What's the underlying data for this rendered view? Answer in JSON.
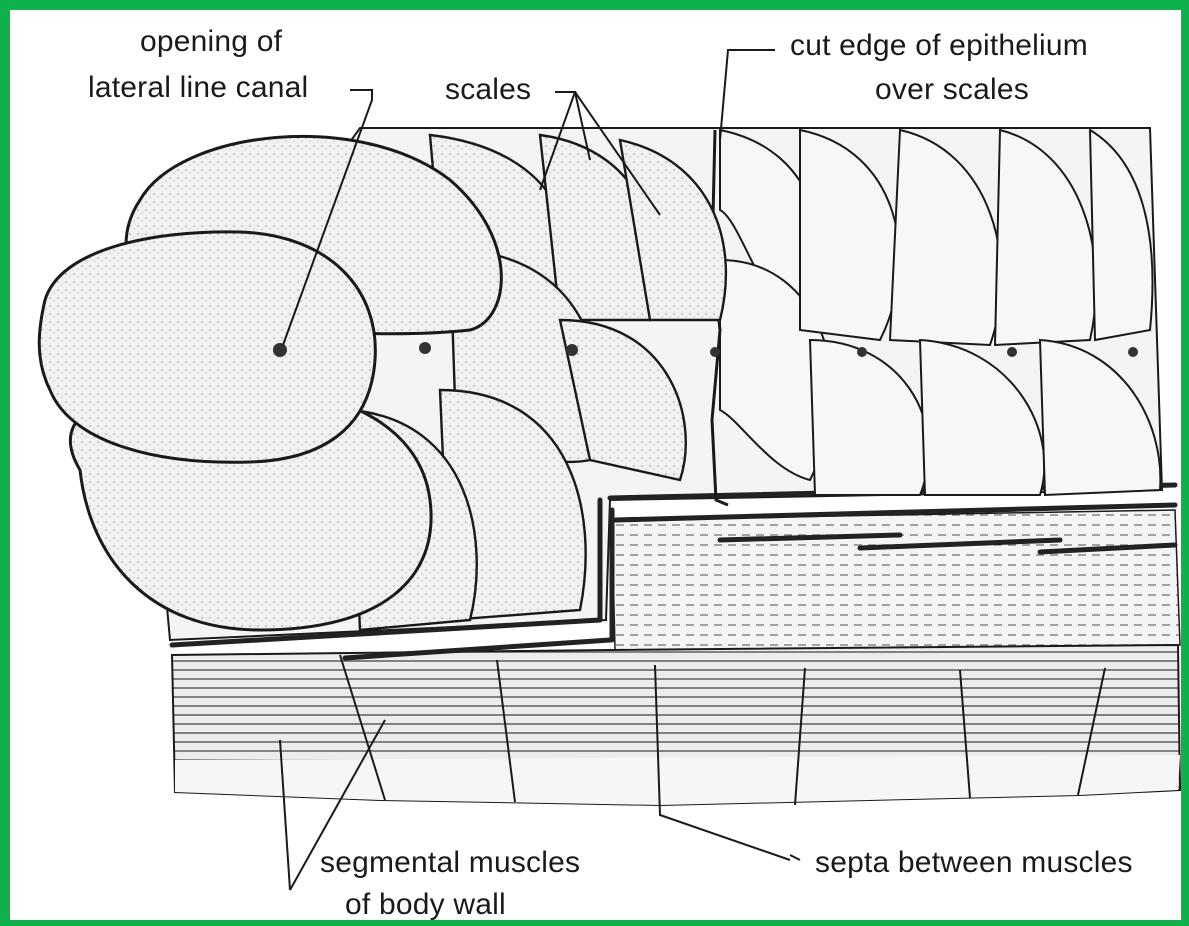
{
  "labels": {
    "lateral_line_line1": "opening of",
    "lateral_line_line2": "lateral line canal",
    "scales": "scales",
    "cut_edge_line1": "cut edge of epithelium",
    "cut_edge_line2": "over scales",
    "muscles_line1": "segmental muscles",
    "muscles_line2": "of body wall",
    "septa": "septa between muscles"
  },
  "colors": {
    "frame": "#0fb14a",
    "ink": "#1a1a1a",
    "scale_fill": "#efefef",
    "muscle_fill": "#e6e6e6"
  }
}
